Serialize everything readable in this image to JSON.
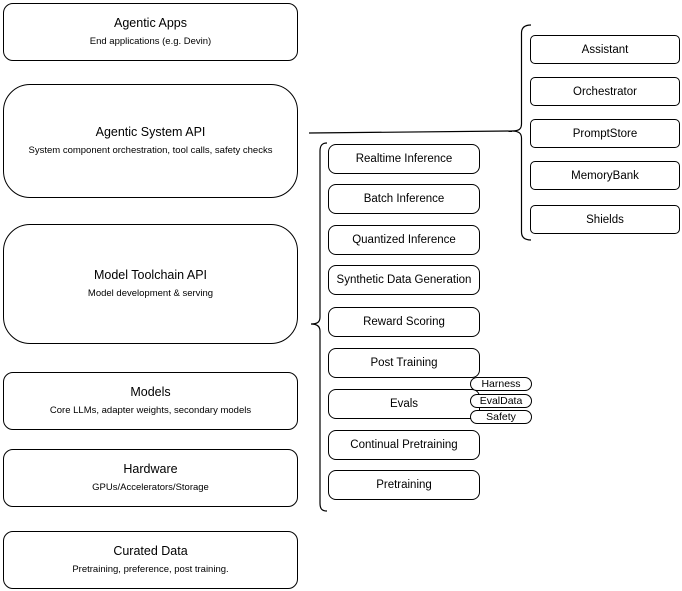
{
  "left_stack": [
    {
      "title": "Agentic Apps",
      "subtitle": "End applications (e.g. Devin)"
    },
    {
      "title": "Agentic System API",
      "subtitle": "System component orchestration, tool calls, safety checks"
    },
    {
      "title": "Model Toolchain API",
      "subtitle": "Model development & serving"
    },
    {
      "title": "Models",
      "subtitle": "Core LLMs, adapter weights, secondary models"
    },
    {
      "title": "Hardware",
      "subtitle": "GPUs/Accelerators/Storage"
    },
    {
      "title": "Curated Data",
      "subtitle": "Pretraining, preference, post training."
    }
  ],
  "toolchain_services": [
    "Realtime Inference",
    "Batch Inference",
    "Quantized Inference",
    "Synthetic Data Generation",
    "Reward Scoring",
    "Post Training",
    "Evals",
    "Continual Pretraining",
    "Pretraining"
  ],
  "evals_tags": [
    "Harness",
    "EvalData",
    "Safety"
  ],
  "agentic_components": [
    "Assistant",
    "Orchestrator",
    "PromptStore",
    "MemoryBank",
    "Shields"
  ],
  "colors": {
    "stroke": "#000000",
    "background": "#ffffff"
  }
}
